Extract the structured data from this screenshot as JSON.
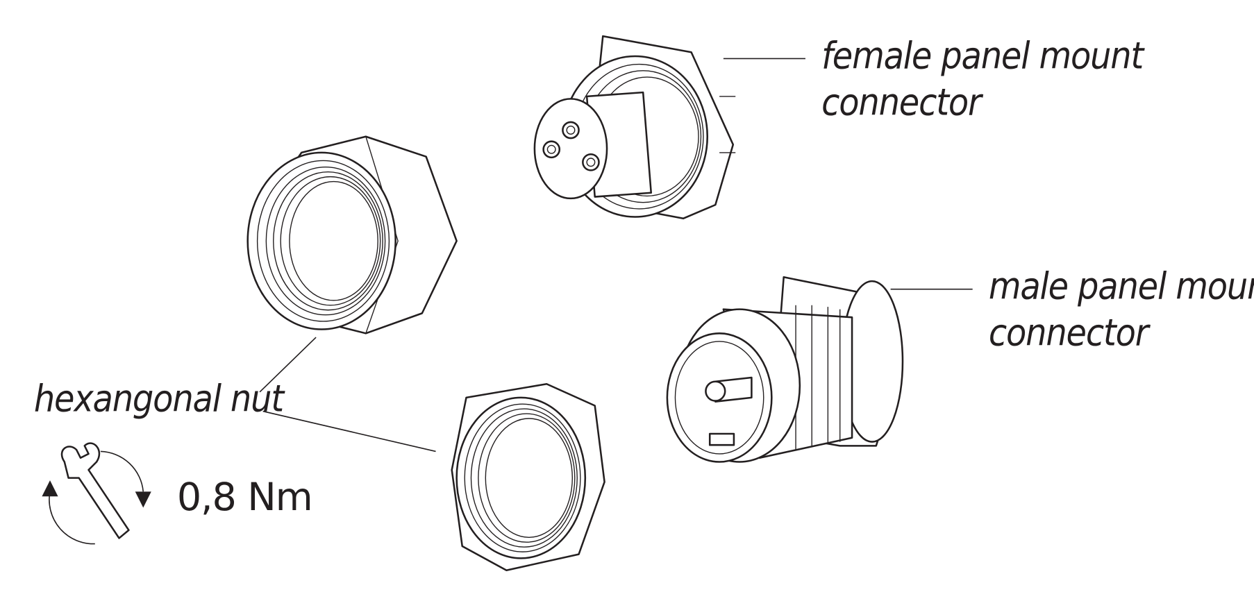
{
  "labels": {
    "female": [
      "female panel mount",
      "connector"
    ],
    "male": [
      "male panel mount",
      "connector"
    ],
    "nut": "hexangonal nut",
    "torque": "0,8 Nm"
  },
  "icons": [
    "wrench-icon",
    "rotate-arrows-icon"
  ]
}
